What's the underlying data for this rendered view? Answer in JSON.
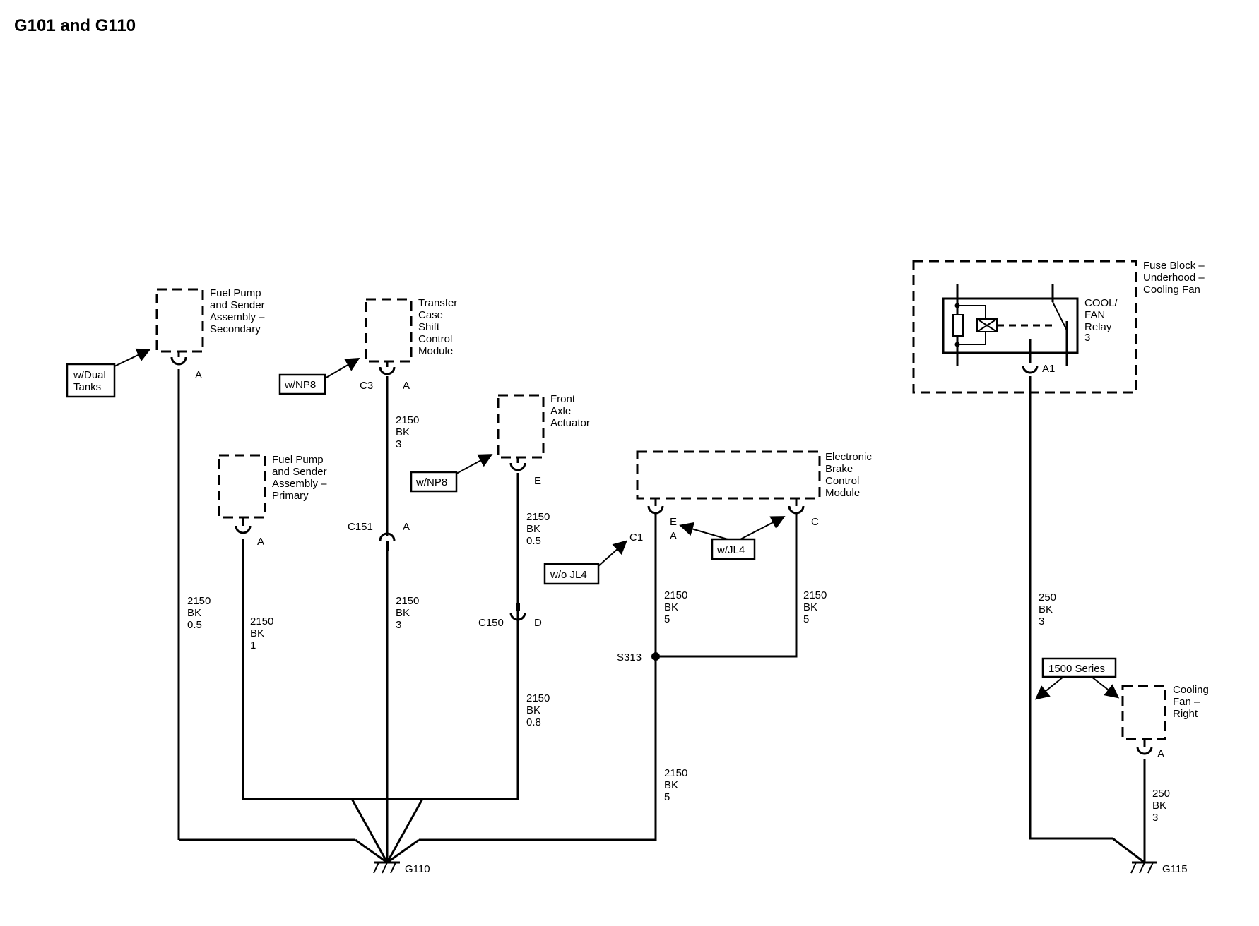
{
  "title": "G101 and G110",
  "components": {
    "fuel_pump_secondary": [
      "Fuel Pump",
      "and Sender",
      "Assembly –",
      "Secondary"
    ],
    "transfer_case": [
      "Transfer",
      "Case",
      "Shift",
      "Control",
      "Module"
    ],
    "fuel_pump_primary": [
      "Fuel Pump",
      "and Sender",
      "Assembly –",
      "Primary"
    ],
    "front_axle": [
      "Front",
      "Axle",
      "Actuator"
    ],
    "ebcm": [
      "Electronic",
      "Brake",
      "Control",
      "Module"
    ],
    "fuse_block": [
      "Fuse Block –",
      "Underhood –",
      "Cooling Fan"
    ],
    "relay": [
      "COOL/",
      "FAN",
      "Relay",
      "3"
    ],
    "cooling_fan": [
      "Cooling",
      "Fan –",
      "Right"
    ]
  },
  "options": {
    "dual_tanks": [
      "w/Dual",
      "Tanks"
    ],
    "np8_a": "w/NP8",
    "np8_b": "w/NP8",
    "wo_jl4": "w/o JL4",
    "w_jl4": "w/JL4",
    "series_1500": "1500 Series"
  },
  "pins": {
    "fp_sec": "A",
    "tc_conn": "C3",
    "tc_pin": "A",
    "fp_pri": "A",
    "c151": "C151",
    "c151_pin": "A",
    "fa_pin": "E",
    "c150": "C150",
    "c150_pin": "D",
    "c1": "C1",
    "ebcm_e": "E",
    "ebcm_a": "A",
    "ebcm_c": "C",
    "relay_a1": "A1",
    "fan_a": "A"
  },
  "splice": "S313",
  "grounds": {
    "g110": "G110",
    "g115": "G115"
  },
  "wires": {
    "w1": [
      "2150",
      "BK",
      "0.5"
    ],
    "w2": [
      "2150",
      "BK",
      "1"
    ],
    "w3": [
      "2150",
      "BK",
      "3"
    ],
    "w4": [
      "2150",
      "BK",
      "3"
    ],
    "w5": [
      "2150",
      "BK",
      "0.5"
    ],
    "w6": [
      "2150",
      "BK",
      "0.8"
    ],
    "w7": [
      "2150",
      "BK",
      "5"
    ],
    "w8": [
      "2150",
      "BK",
      "5"
    ],
    "w9": [
      "2150",
      "BK",
      "5"
    ],
    "w10": [
      "250",
      "BK",
      "3"
    ],
    "w11": [
      "250",
      "BK",
      "3"
    ]
  }
}
